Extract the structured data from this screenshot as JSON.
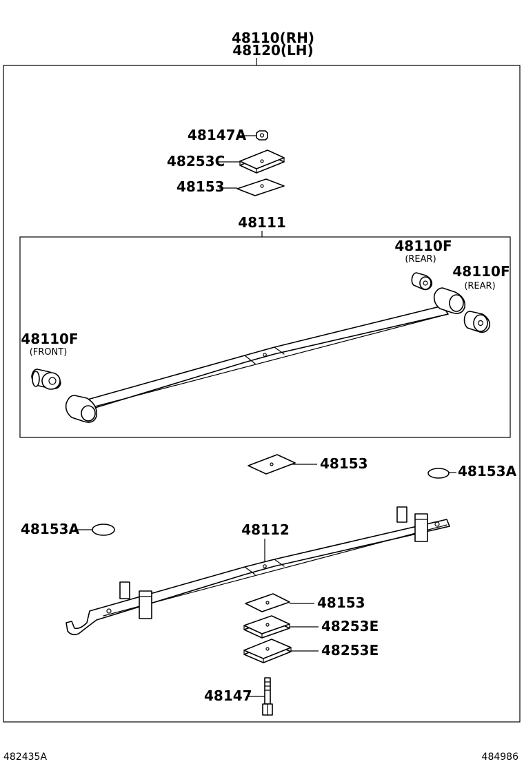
{
  "assembly": {
    "rh": "48110(RH)",
    "lh": "48120(LH)"
  },
  "labels": {
    "nut_top": "48147A",
    "plate_top": "48253C",
    "pad_top": "48153",
    "main_leaf": "48111",
    "bush_rear_1": "48110F",
    "bush_rear_1_note": "(REAR)",
    "bush_rear_2": "48110F",
    "bush_rear_2_note": "(REAR)",
    "bush_front": "48110F",
    "bush_front_note": "(FRONT)",
    "pad_mid": "48153",
    "cap_right": "48153A",
    "cap_left": "48153A",
    "second_leaf": "48112",
    "pad_low": "48153",
    "plate_low_1": "48253E",
    "plate_low_2": "48253E",
    "bolt": "48147"
  },
  "footer": {
    "left": "482435A",
    "right": "484986"
  }
}
